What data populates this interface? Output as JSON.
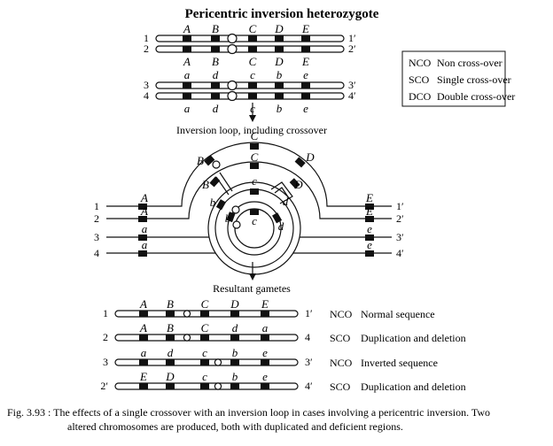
{
  "title": "Pericentric inversion heterozygote",
  "legend": [
    {
      "code": "NCO",
      "text": "Non cross-over"
    },
    {
      "code": "SCO",
      "text": "Single cross-over"
    },
    {
      "code": "DCO",
      "text": "Double cross-over"
    }
  ],
  "top_pairs": [
    {
      "left": [
        "1",
        "2"
      ],
      "right": [
        "1′",
        "2′"
      ],
      "genes_above": [
        "A",
        "B",
        "C",
        "D",
        "E"
      ],
      "genes_below": [
        "A",
        "B",
        "C",
        "D",
        "E"
      ]
    },
    {
      "left": [
        "3",
        "4"
      ],
      "right": [
        "3′",
        "4′"
      ],
      "genes_above": [
        "a",
        "d",
        "c",
        "b",
        "e"
      ],
      "genes_below": [
        "a",
        "d",
        "c",
        "b",
        "e"
      ]
    }
  ],
  "step1_label": "Inversion loop, including crossover",
  "loop": {
    "left_nums": [
      "1",
      "2",
      "3",
      "4"
    ],
    "right_nums": [
      "1′",
      "2′",
      "3′",
      "4′"
    ],
    "left_genes": [
      "A",
      "A",
      "a",
      "a"
    ],
    "right_genes": [
      "E",
      "E",
      "e",
      "e"
    ],
    "outer_genes": [
      "B",
      "C",
      "D"
    ],
    "mid_genes": [
      "B",
      "C",
      "D"
    ],
    "inner_genes": [
      "b",
      "c",
      "d"
    ],
    "core_genes": [
      "b",
      "c",
      "d"
    ]
  },
  "step2_label": "Resultant gametes",
  "gametes": [
    {
      "left": "1",
      "genes": [
        "A",
        "B",
        "C",
        "D",
        "E"
      ],
      "right": "1′",
      "type": "NCO",
      "desc": "Normal sequence"
    },
    {
      "left": "2",
      "genes": [
        "A",
        "B",
        "C",
        "d",
        "a"
      ],
      "right": "4",
      "type": "SCO",
      "desc": "Duplication and deletion"
    },
    {
      "left": "3",
      "genes": [
        "a",
        "d",
        "c",
        "b",
        "e"
      ],
      "right": "3′",
      "type": "NCO",
      "desc": "Inverted sequence"
    },
    {
      "left": "2′",
      "genes": [
        "E",
        "D",
        "c",
        "b",
        "e"
      ],
      "right": "4′",
      "type": "SCO",
      "desc": "Duplication and deletion"
    }
  ],
  "caption": {
    "line1": "Fig. 3.93 : The effects of a single crossover with an inversion loop in cases involving a pericentric inversion. Two",
    "line2": "altered chromosomes are produced, both with duplicated and deficient regions."
  }
}
